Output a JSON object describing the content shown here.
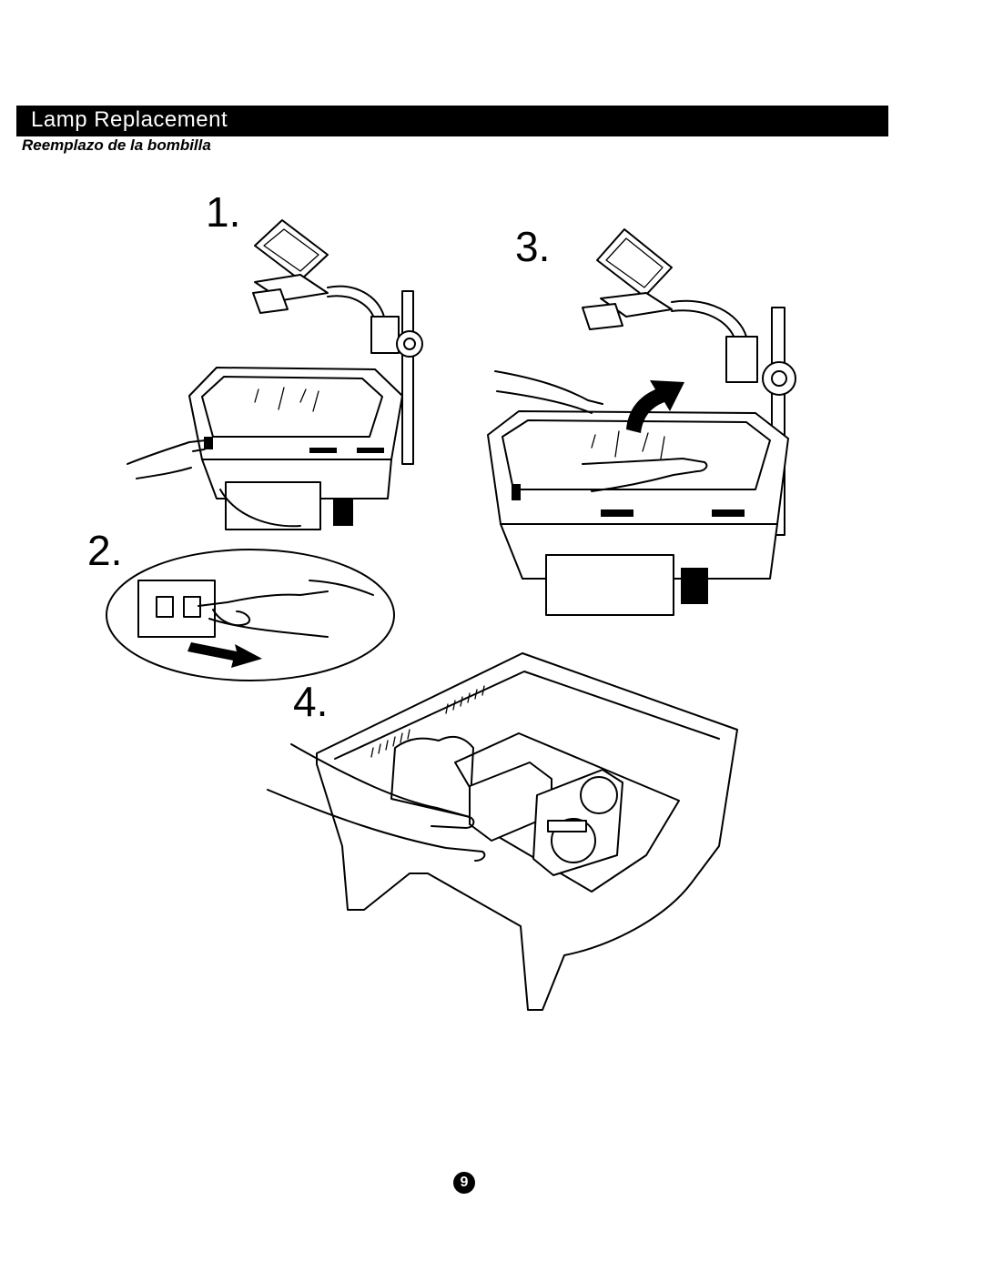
{
  "header": {
    "title": "Lamp Replacement",
    "subtitle": "Reemplazo de la bombilla"
  },
  "steps": [
    {
      "number": "1."
    },
    {
      "number": "2."
    },
    {
      "number": "3."
    },
    {
      "number": "4."
    }
  ],
  "footer": {
    "page_number": "9"
  }
}
